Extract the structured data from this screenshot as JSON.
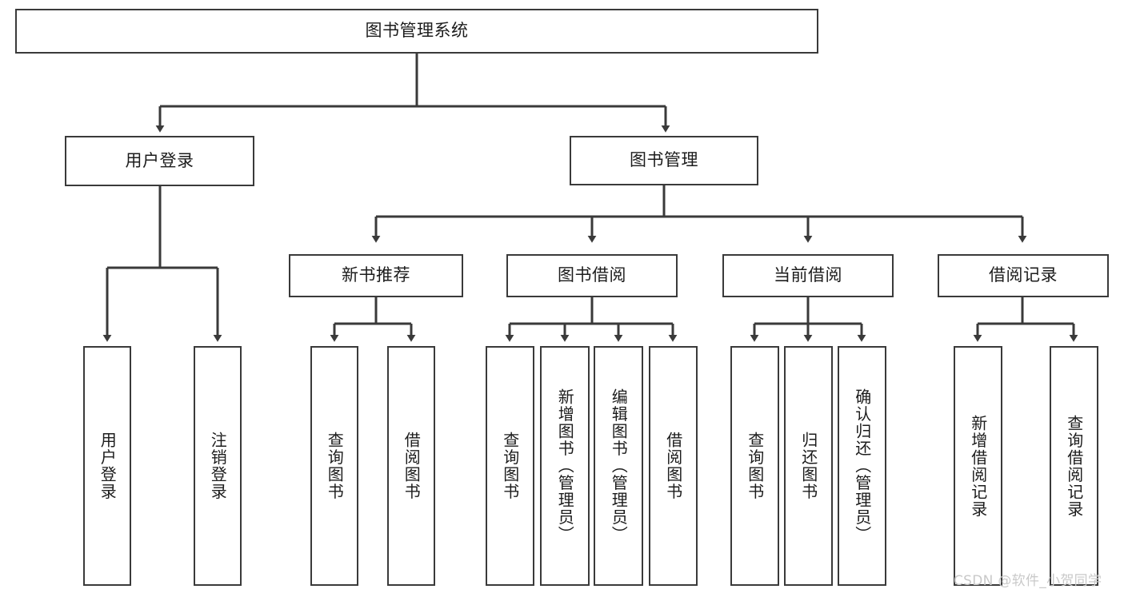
{
  "diagram": {
    "title": "图书管理系统",
    "type": "tree-hierarchy",
    "root": {
      "id": "root",
      "label": "图书管理系统"
    },
    "level1": [
      {
        "id": "user-login",
        "label": "用户登录"
      },
      {
        "id": "book-manage",
        "label": "图书管理"
      }
    ],
    "level2": [
      {
        "id": "new-book-rec",
        "label": "新书推荐",
        "parent": "book-manage"
      },
      {
        "id": "book-borrow",
        "label": "图书借阅",
        "parent": "book-manage"
      },
      {
        "id": "current-borrow",
        "label": "当前借阅",
        "parent": "book-manage"
      },
      {
        "id": "borrow-record",
        "label": "借阅记录",
        "parent": "book-manage"
      }
    ],
    "leaves": [
      {
        "id": "leaf-user-login",
        "label": "用户登录",
        "parent": "user-login"
      },
      {
        "id": "leaf-user-logout",
        "label": "注销登录",
        "parent": "user-login"
      },
      {
        "id": "leaf-query-book-1",
        "label": "查询图书",
        "parent": "new-book-rec"
      },
      {
        "id": "leaf-borrow-book-1",
        "label": "借阅图书",
        "parent": "new-book-rec"
      },
      {
        "id": "leaf-query-book-2",
        "label": "查询图书",
        "parent": "book-borrow"
      },
      {
        "id": "leaf-add-book",
        "label": "新增图书（管理员）",
        "parent": "book-borrow"
      },
      {
        "id": "leaf-edit-book",
        "label": "编辑图书（管理员）",
        "parent": "book-borrow"
      },
      {
        "id": "leaf-borrow-book-2",
        "label": "借阅图书",
        "parent": "book-borrow"
      },
      {
        "id": "leaf-query-book-3",
        "label": "查询图书",
        "parent": "current-borrow"
      },
      {
        "id": "leaf-return-book",
        "label": "归还图书",
        "parent": "current-borrow"
      },
      {
        "id": "leaf-confirm-return",
        "label": "确认归还（管理员）",
        "parent": "current-borrow"
      },
      {
        "id": "leaf-add-record",
        "label": "新增借阅记录",
        "parent": "borrow-record"
      },
      {
        "id": "leaf-query-record",
        "label": "查询借阅记录",
        "parent": "borrow-record"
      }
    ],
    "colors": {
      "stroke": "#3a3a3a",
      "fill": "#ffffff",
      "text": "#1c1c1c",
      "watermark": "#c9c9c9"
    }
  },
  "watermark": {
    "text": "CSDN @软件_小贺同学"
  }
}
